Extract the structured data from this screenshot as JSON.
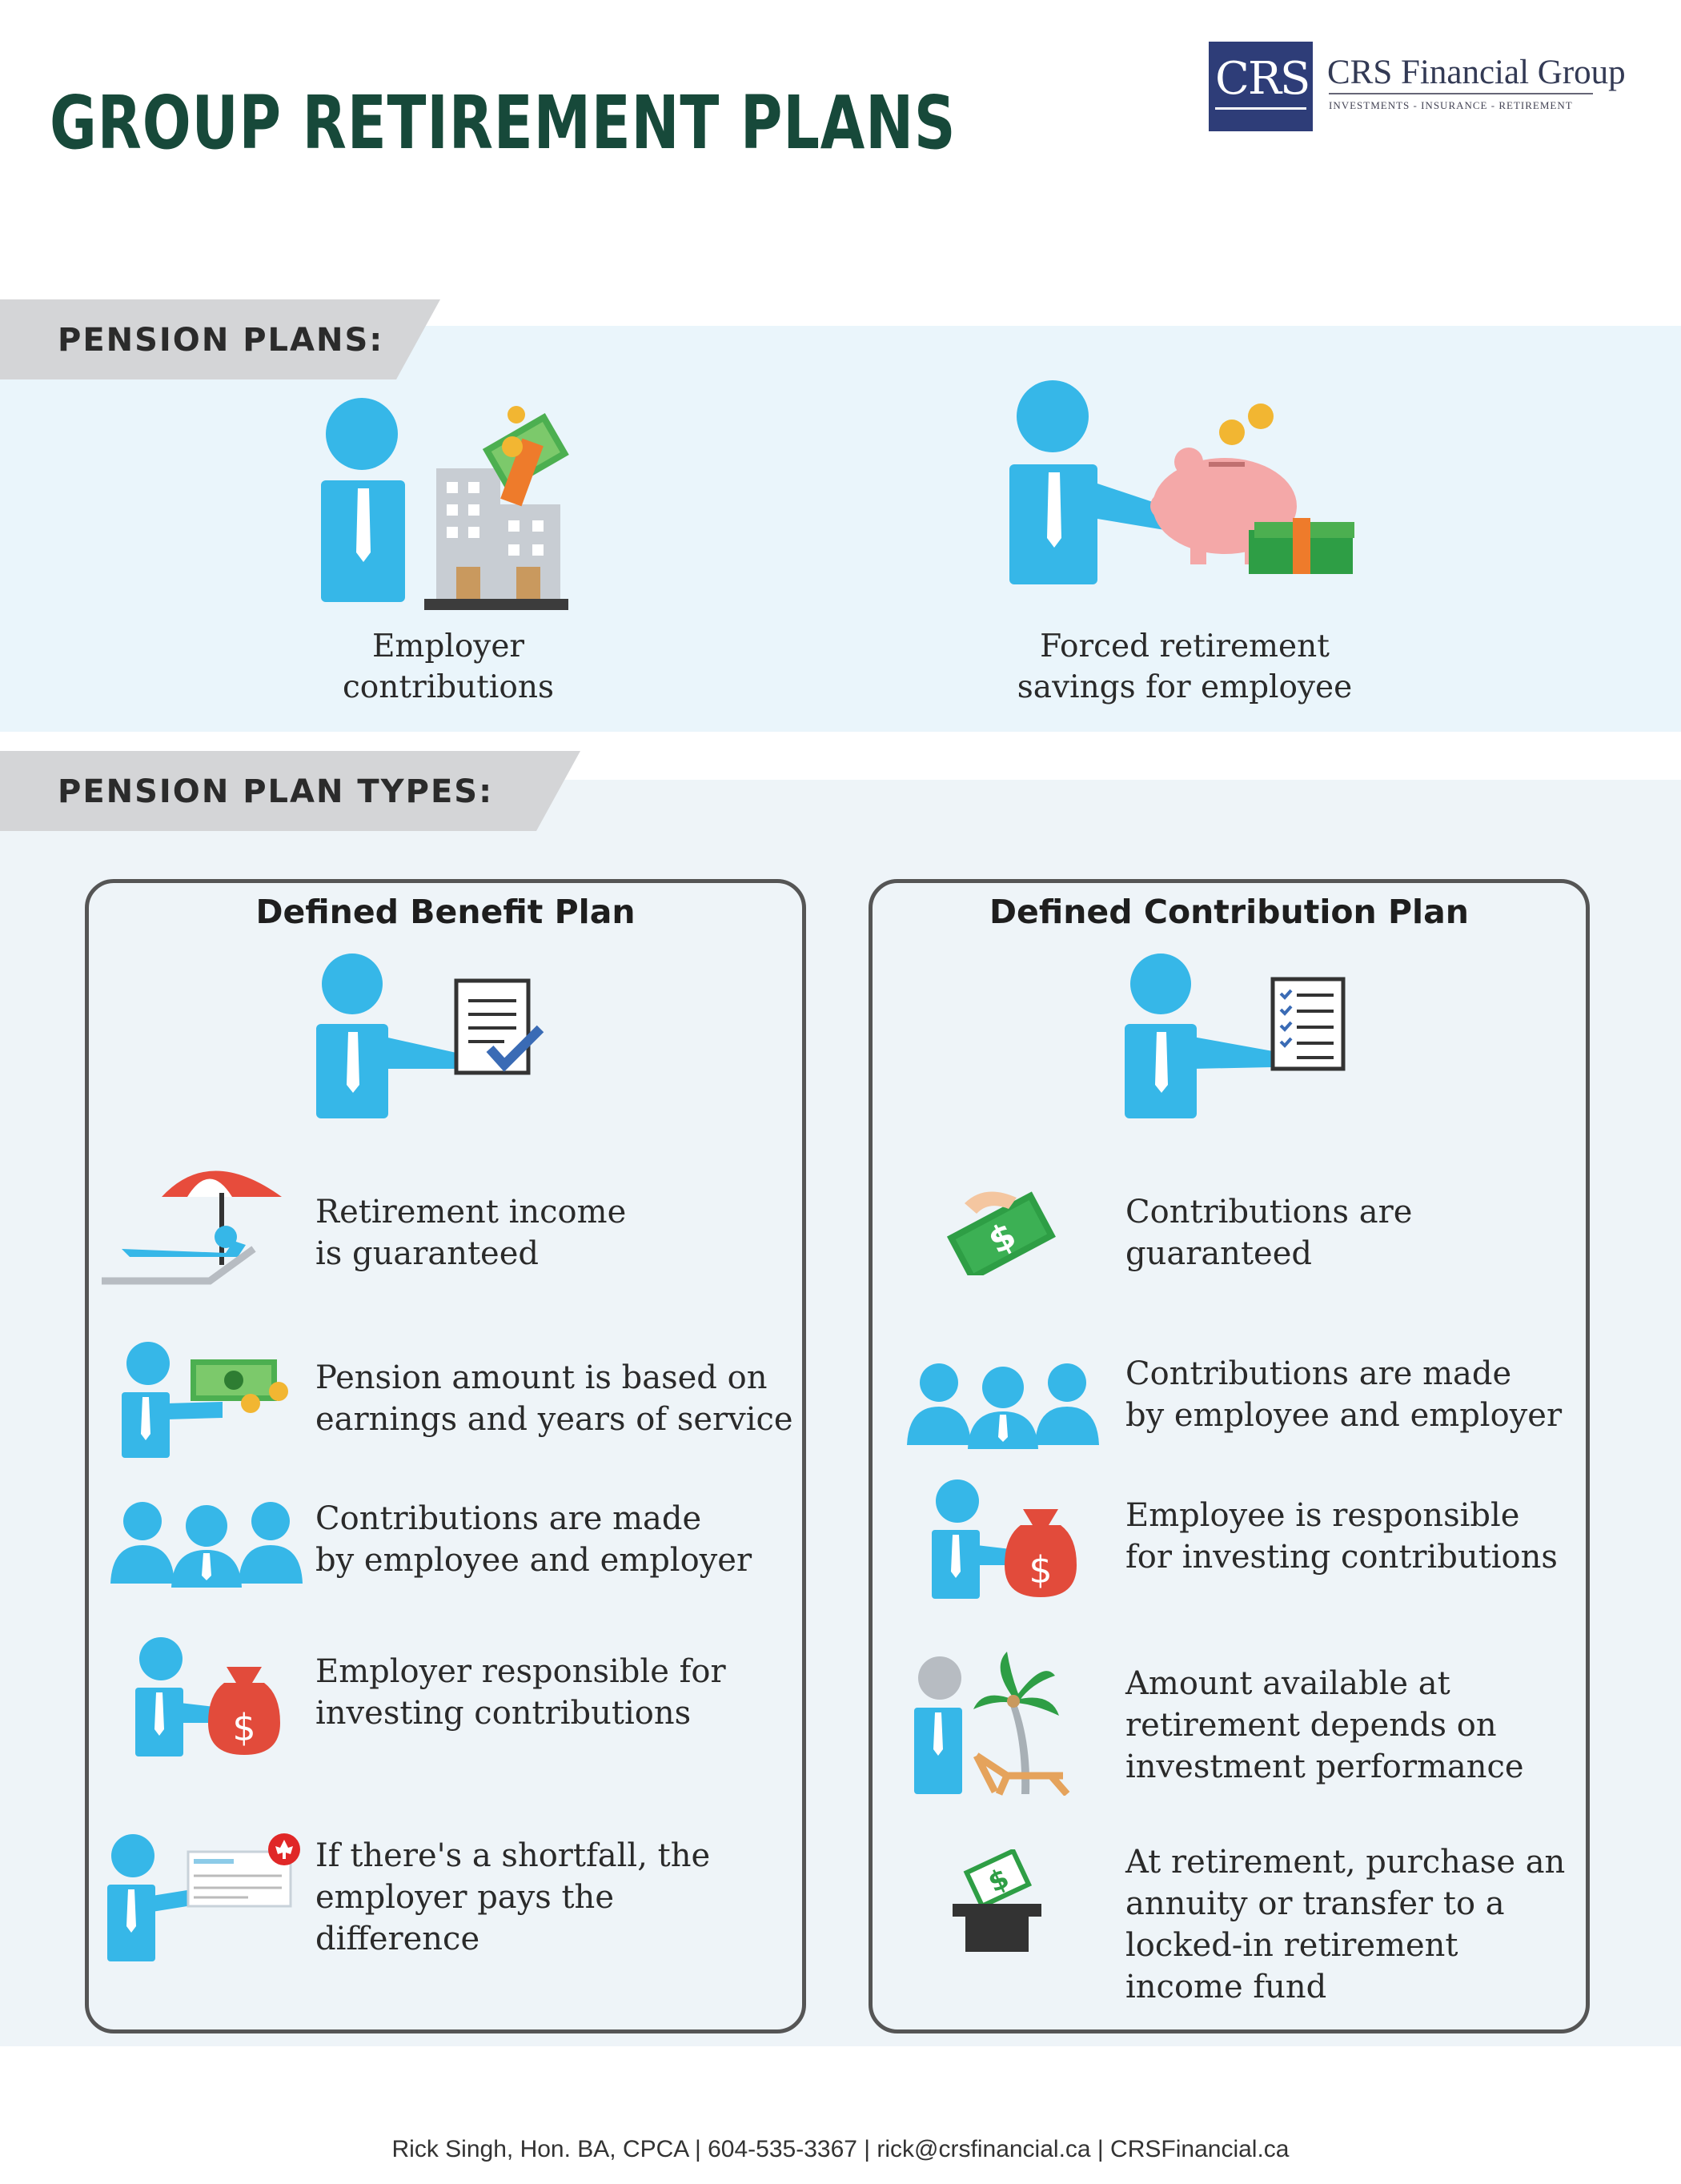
{
  "title": "GROUP RETIREMENT PLANS",
  "logo": {
    "mark": "CRS",
    "name": "CRS Financial Group",
    "tagline": "INVESTMENTS  -  INSURANCE  -  RETIREMENT"
  },
  "pension_plans": {
    "heading": "PENSION PLANS:",
    "items": [
      {
        "line1": "Employer",
        "line2": "contributions",
        "icon": "employer-building-icon"
      },
      {
        "line1": "Forced retirement",
        "line2": "savings for employee",
        "icon": "piggy-bank-icon"
      }
    ]
  },
  "plan_types": {
    "heading": "PENSION PLAN TYPES:",
    "defined_benefit": {
      "title": "Defined Benefit Plan",
      "items": [
        {
          "line1": "Retirement income",
          "line2": "is guaranteed",
          "icon": "beach-umbrella-icon"
        },
        {
          "line1": "Pension amount is based on",
          "line2": "earnings and years of service",
          "icon": "person-cash-icon"
        },
        {
          "line1": "Contributions are made",
          "line2": "by employee and employer",
          "icon": "group-people-icon"
        },
        {
          "line1": "Employer responsible for",
          "line2": "investing contributions",
          "icon": "person-money-bag-icon"
        },
        {
          "line1": "If there's a shortfall, the",
          "line2": "employer pays the",
          "line3": "difference",
          "icon": "person-cheque-icon"
        }
      ]
    },
    "defined_contribution": {
      "title": "Defined Contribution Plan",
      "items": [
        {
          "line1": "Contributions are",
          "line2": "guaranteed",
          "icon": "hand-cash-icon"
        },
        {
          "line1": "Contributions are made",
          "line2": "by employee and employer",
          "icon": "group-people-icon"
        },
        {
          "line1": "Employee is responsible",
          "line2": "for investing contributions",
          "icon": "person-money-bag-icon"
        },
        {
          "line1": "Amount available at",
          "line2": "retirement depends on",
          "line3": "investment performance",
          "icon": "palm-lounger-icon"
        },
        {
          "line1": "At retirement, purchase an",
          "line2": "annuity or transfer to a",
          "line3": "locked-in retirement",
          "line4": "income fund",
          "icon": "cash-box-icon"
        }
      ]
    }
  },
  "footer": "Rick Singh, Hon. BA, CPCA | 604-535-3367 | rick@crsfinancial.ca | CRSFinancial.ca",
  "colors": {
    "title": "#17493a",
    "person": "#36b7e8",
    "band": "#eaf5fb",
    "tab": "#d4d5d7"
  }
}
